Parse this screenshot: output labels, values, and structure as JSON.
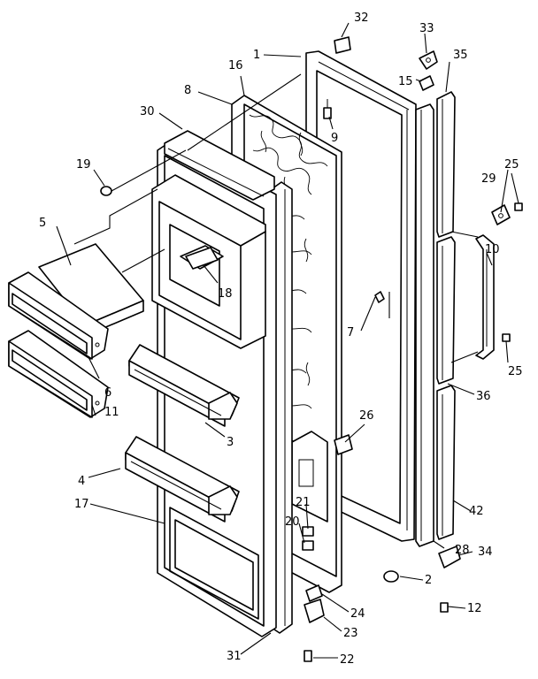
{
  "callouts": {
    "c1": "1",
    "c2": "2",
    "c3": "3",
    "c4": "4",
    "c5": "5",
    "c6": "6",
    "c7": "7",
    "c8": "8",
    "c9": "9",
    "c10": "10",
    "c11": "11",
    "c12": "12",
    "c15": "15",
    "c16": "16",
    "c17": "17",
    "c18": "18",
    "c19": "19",
    "c20": "20",
    "c21": "21",
    "c22": "22",
    "c23": "23",
    "c24": "24",
    "c25a": "25",
    "c25b": "25",
    "c26": "26",
    "c28": "28",
    "c29": "29",
    "c30": "30",
    "c31": "31",
    "c32": "32",
    "c33": "33",
    "c34": "34",
    "c35": "35",
    "c36": "36",
    "c42": "42"
  }
}
